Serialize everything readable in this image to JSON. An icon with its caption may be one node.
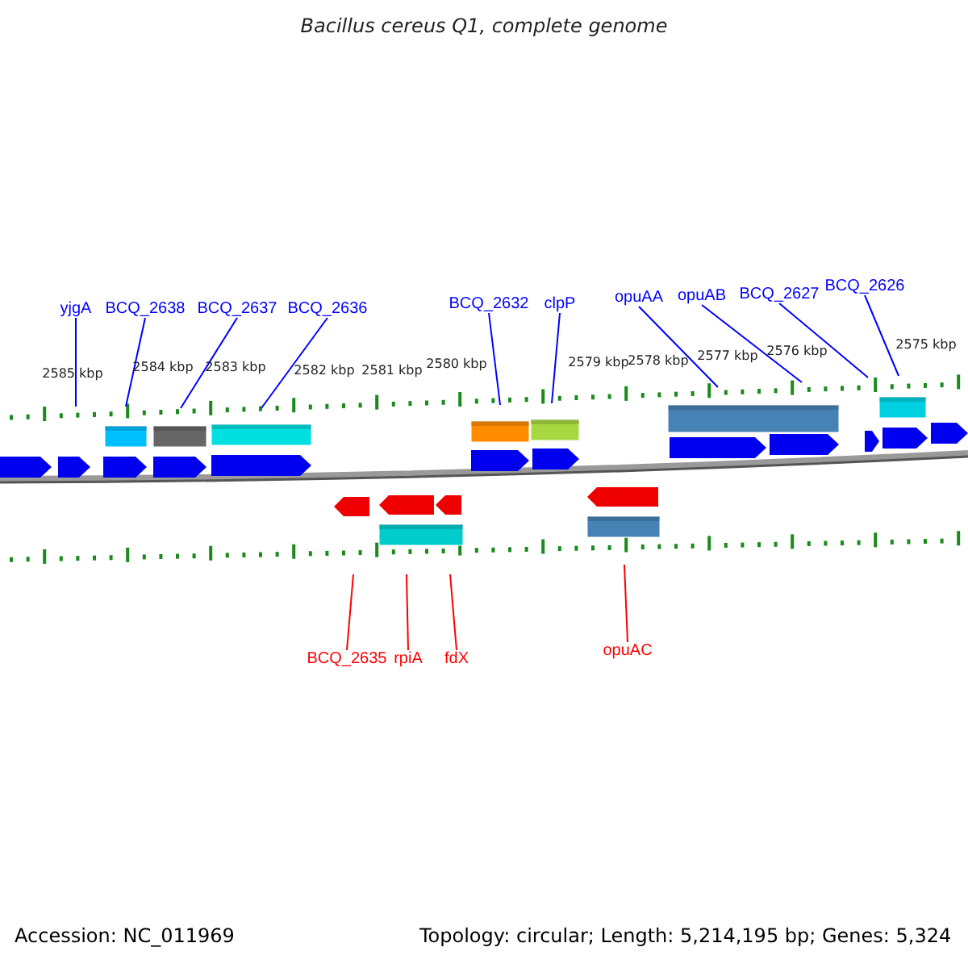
{
  "diagram": {
    "title": "Bacillus cereus Q1, complete genome",
    "nodes": [
      {
        "text": [
          "yjgA"
        ]
      },
      {
        "text": [
          "BCQ_2638"
        ]
      },
      {
        "text": [
          "BCQ_2637"
        ]
      },
      {
        "text": [
          "BCQ_2636"
        ]
      },
      {
        "text": [
          "BCQ_2632"
        ]
      },
      {
        "text": [
          "clpP"
        ]
      },
      {
        "text": [
          "opuAA"
        ]
      },
      {
        "text": [
          "opuAB"
        ]
      },
      {
        "text": [
          "BCQ_2627"
        ]
      },
      {
        "text": [
          "BCQ_2626"
        ]
      },
      {
        "text": [
          "BCQ_2635"
        ]
      },
      {
        "text": [
          "rpiA"
        ]
      },
      {
        "text": [
          "fdX"
        ]
      },
      {
        "text": [
          "opuAC"
        ]
      }
    ],
    "edges": [
      {
        "from": 0,
        "to": null,
        "arrow": "none"
      },
      {
        "from": 1,
        "to": null,
        "arrow": "none"
      },
      {
        "from": 2,
        "to": null,
        "arrow": "none"
      },
      {
        "from": 3,
        "to": null,
        "arrow": "none"
      },
      {
        "from": 4,
        "to": null,
        "arrow": "none"
      },
      {
        "from": 5,
        "to": null,
        "arrow": "none"
      },
      {
        "from": 6,
        "to": null,
        "arrow": "none"
      },
      {
        "from": 7,
        "to": null,
        "arrow": "none"
      },
      {
        "from": 8,
        "to": null,
        "arrow": "none"
      },
      {
        "from": 9,
        "to": null,
        "arrow": "none"
      },
      {
        "from": 10,
        "to": null,
        "arrow": "none",
        "color": "#ff0000"
      },
      {
        "from": 11,
        "to": null,
        "arrow": "none",
        "color": "#ff0000"
      },
      {
        "from": 12,
        "to": null,
        "arrow": "none",
        "color": "#ff0000"
      },
      {
        "from": 13,
        "to": null,
        "arrow": "none",
        "color": "#ff0000"
      }
    ],
    "labels": [
      "2585 kbp",
      "2584 kbp",
      "2583 kbp",
      "2582 kbp",
      "2581 kbp",
      "2580 kbp",
      "2579 kbp",
      "2578 kbp",
      "2577 kbp",
      "2576 kbp",
      "2575 kbp",
      "Accession: NC_011969",
      "Topology: circular; Length: 5,214,195 bp; Genes: 5,324"
    ]
  }
}
